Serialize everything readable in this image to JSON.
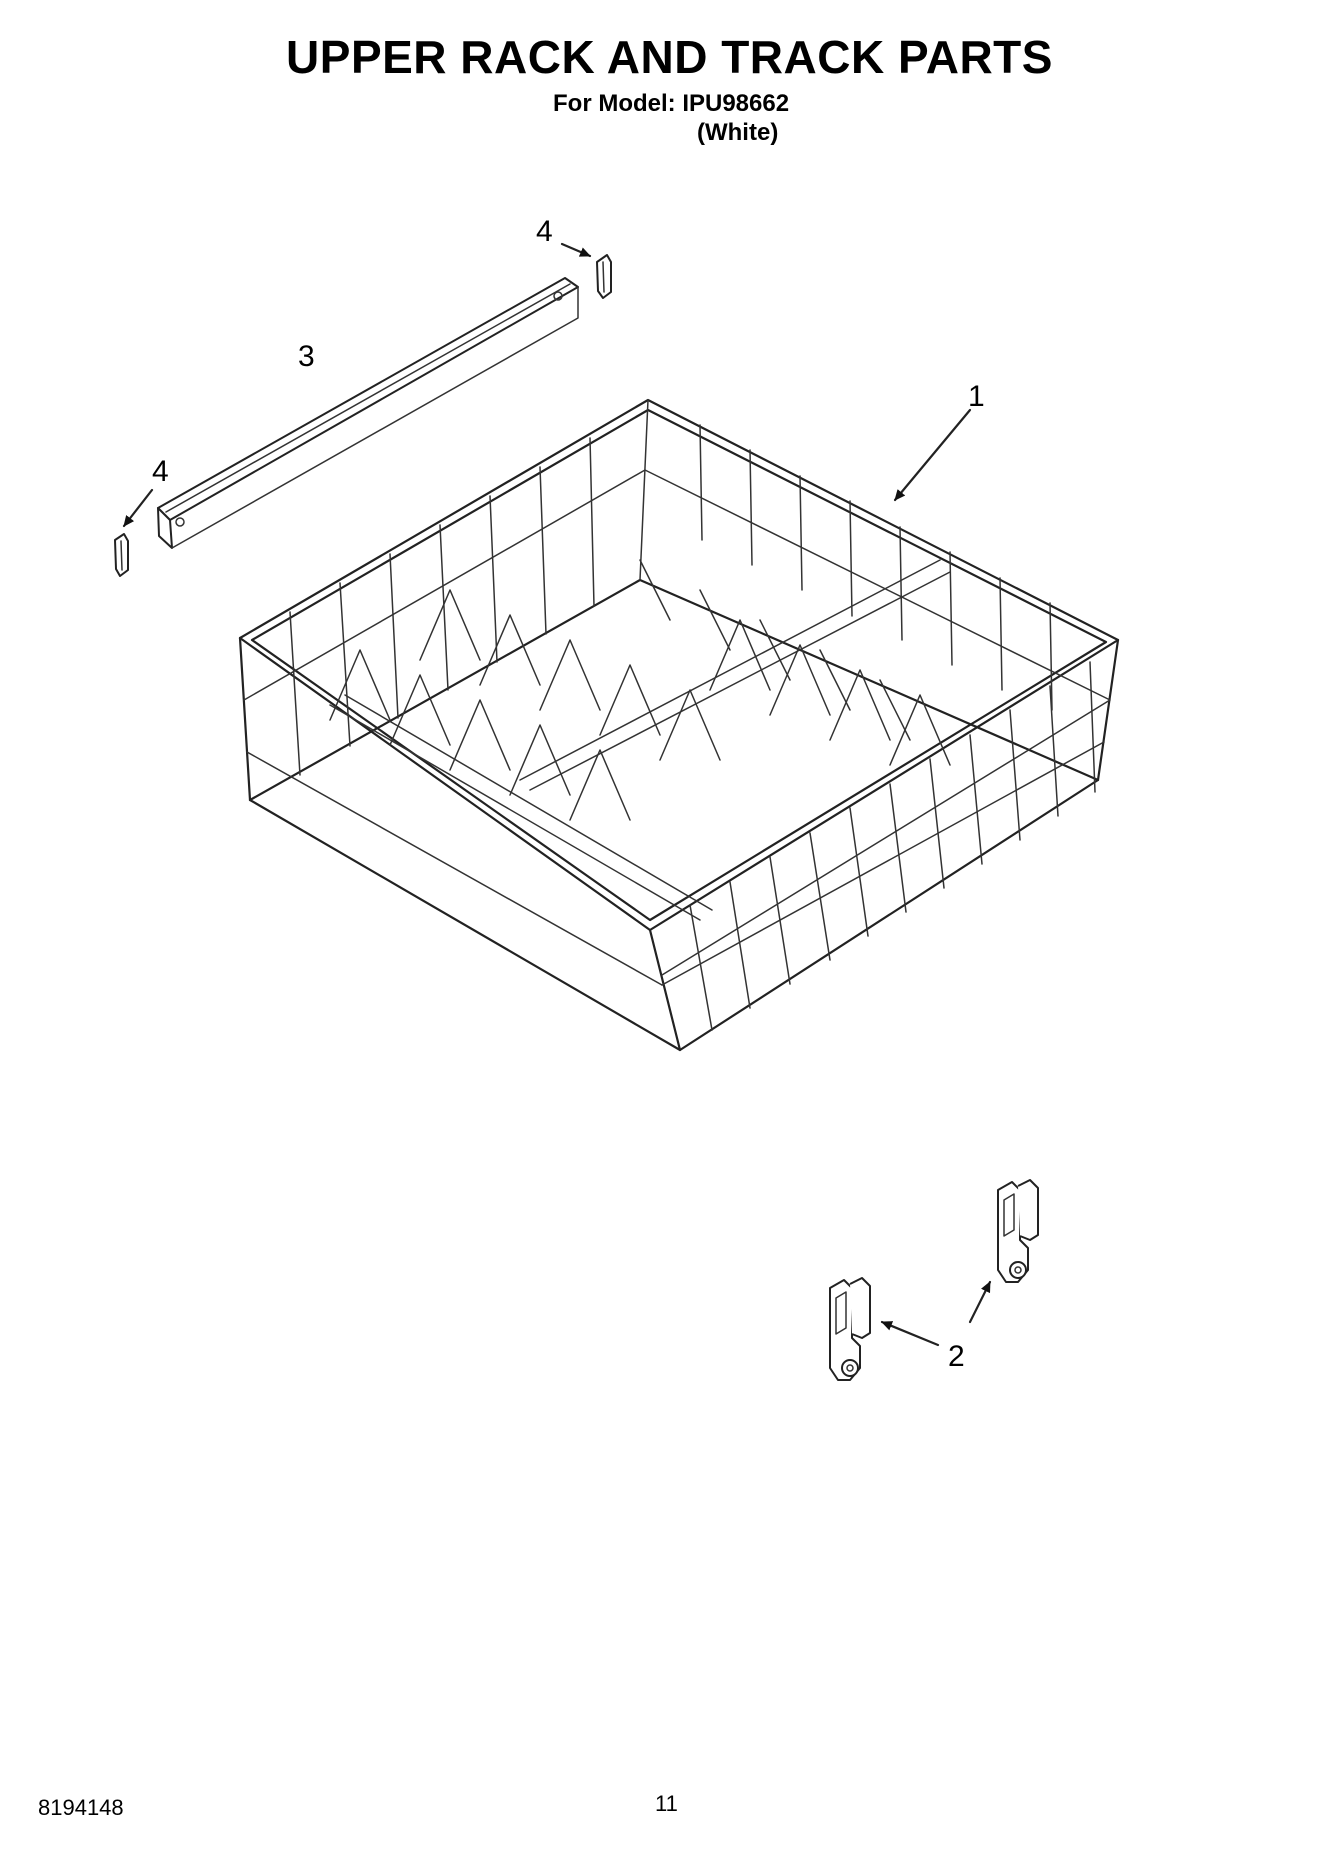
{
  "header": {
    "title": "UPPER RACK AND TRACK PARTS",
    "model_line": "For Model: IPU98662",
    "variant": "(White)"
  },
  "callouts": {
    "rack": "1",
    "adjuster": "2",
    "track": "3",
    "end_cap_top": "4",
    "end_cap_left": "4"
  },
  "footer": {
    "doc_number": "8194148",
    "page_number": "11"
  }
}
